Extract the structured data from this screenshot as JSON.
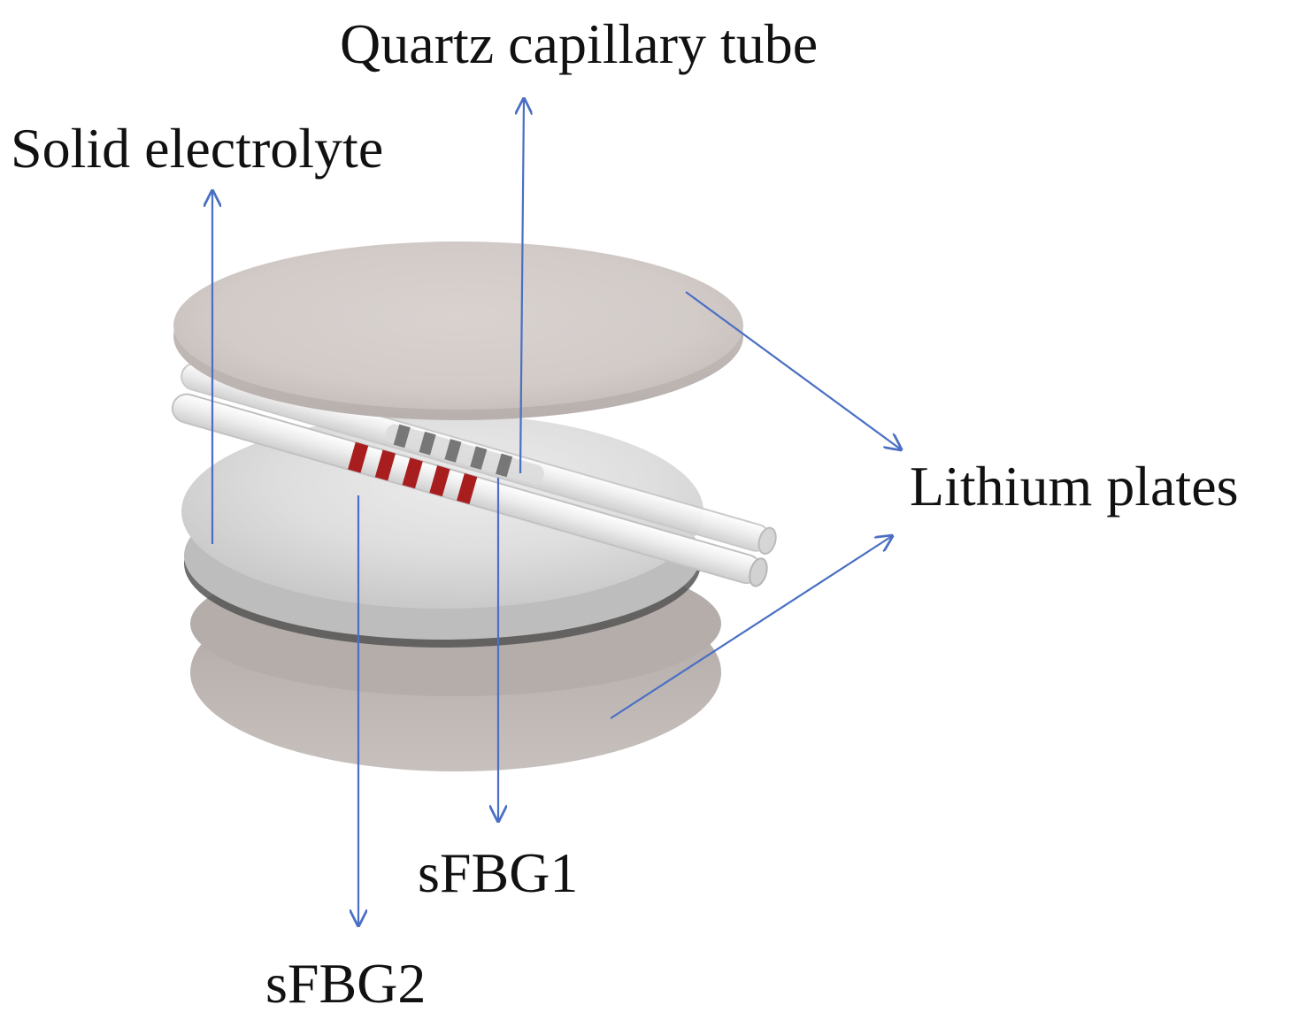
{
  "labels": {
    "quartz": "Quartz capillary tube",
    "solid": "Solid electrolyte",
    "lithium": "Lithium plates",
    "sfbg1": "sFBG1",
    "sfbg2": "sFBG2"
  },
  "colors": {
    "arrow": "#4a6fc4",
    "lithium_top": "#d8d1ce",
    "lithium_bottom": "#b5aeab",
    "electrolyte": "#dcdcdc",
    "grating": "#a81e1e",
    "tube": "#eeeeee"
  }
}
